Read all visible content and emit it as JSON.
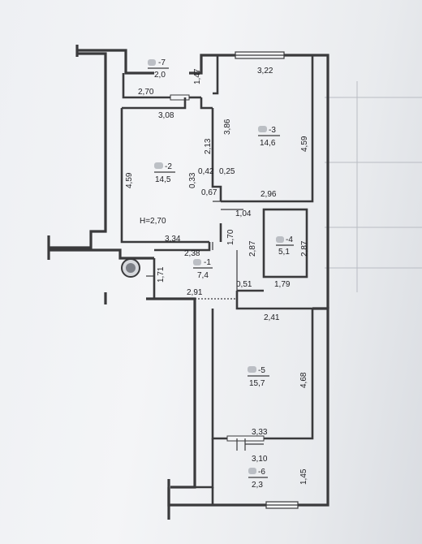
{
  "plan": {
    "ceiling_height": "H=2,70",
    "rooms": [
      {
        "id": "7",
        "number": "-7",
        "area": "2,0"
      },
      {
        "id": "2",
        "number": "-2",
        "area": "14,5"
      },
      {
        "id": "3",
        "number": "-3",
        "area": "14,6"
      },
      {
        "id": "4",
        "number": "-4",
        "area": "5,1"
      },
      {
        "id": "1",
        "number": "-1",
        "area": "7,4"
      },
      {
        "id": "5",
        "number": "-5",
        "area": "15,7"
      },
      {
        "id": "6",
        "number": "-6",
        "area": "2,3"
      }
    ],
    "dimensions": [
      "1,47",
      "2,70",
      "3,22",
      "3,08",
      "3,86",
      "2,13",
      "4,59",
      "4,59",
      "0,42",
      "0,25",
      "0,33",
      "0,67",
      "2,96",
      "1,04",
      "3,34",
      "1,70",
      "2,87",
      "2,87",
      "2,38",
      "1,71",
      "0,51",
      "1,79",
      "2,91",
      "2,41",
      "4,68",
      "3,33",
      "3,10",
      "1,45"
    ]
  }
}
